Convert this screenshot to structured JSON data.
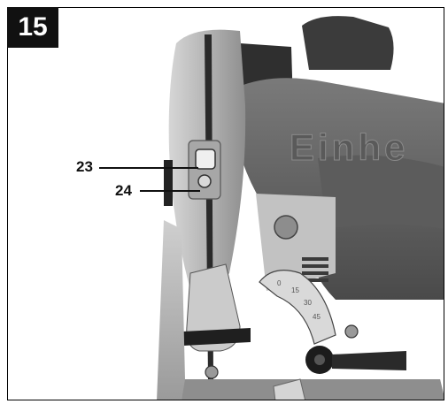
{
  "figure": {
    "number": "15"
  },
  "callouts": [
    {
      "id": "23",
      "label": "23"
    },
    {
      "id": "24",
      "label": "24"
    }
  ],
  "photo": {
    "description_icon": "circular-saw-photo",
    "brand_text": "Einhe"
  },
  "colors": {
    "background": "#ffffff",
    "badge": "#111111",
    "saw_body": "#6e6e6e",
    "saw_dark": "#3a3a3a",
    "blade_guard": "#bdbdbd"
  }
}
